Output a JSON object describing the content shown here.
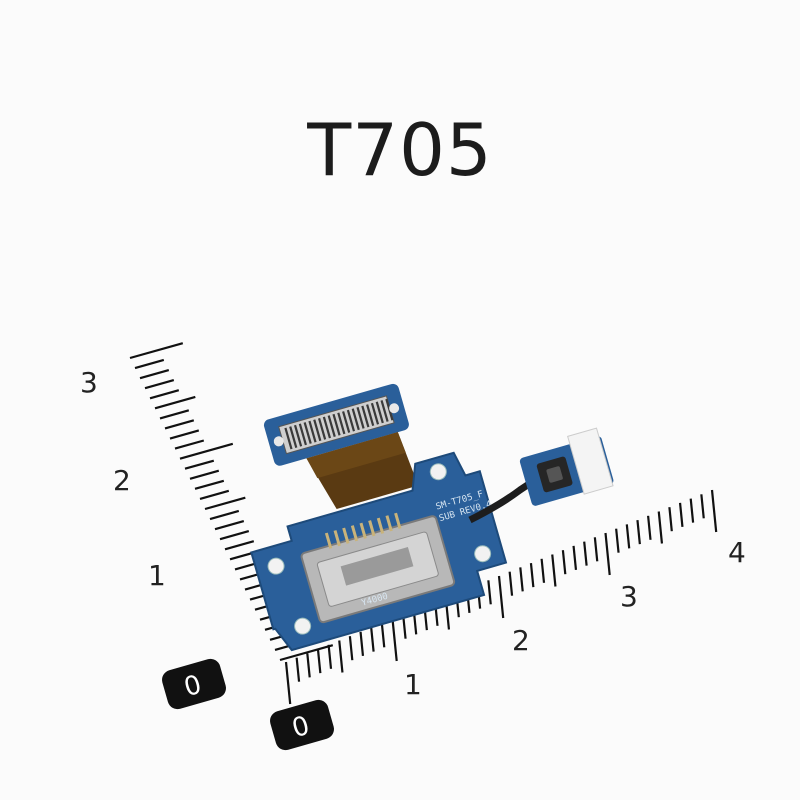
{
  "title": "T705",
  "pcb": {
    "model_label": "SM-T705_F",
    "rev_label": "SUB REV0.4",
    "connector_label": "Y4000"
  },
  "ruler_vertical": {
    "labels": [
      "3",
      "2",
      "1"
    ],
    "origin_badge": "0"
  },
  "ruler_horizontal": {
    "labels": [
      "1",
      "2",
      "3",
      "4"
    ],
    "origin_badge": "0"
  },
  "colors": {
    "pcb_blue": "#2a5f9a",
    "flex_brown": "#5a3a12",
    "metal": "#b8b8b8",
    "badge": "#111111"
  }
}
